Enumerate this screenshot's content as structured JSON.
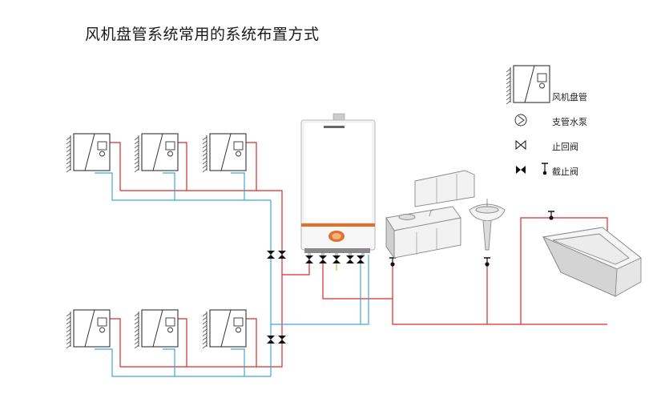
{
  "title": "风机盘管系统常用的系统布置方式",
  "colors": {
    "supply_pipe": "#d92b2b",
    "return_pipe": "#3fa7d8",
    "boiler_accent": "#e0702a",
    "device_stroke": "#333333",
    "fixture_gray": "#9a9a9a"
  },
  "legend": {
    "fan_coil": "风机盘管",
    "branch_pump": "支管水泵",
    "check_valve": "止回阀",
    "stop_valve": "截止阀"
  }
}
